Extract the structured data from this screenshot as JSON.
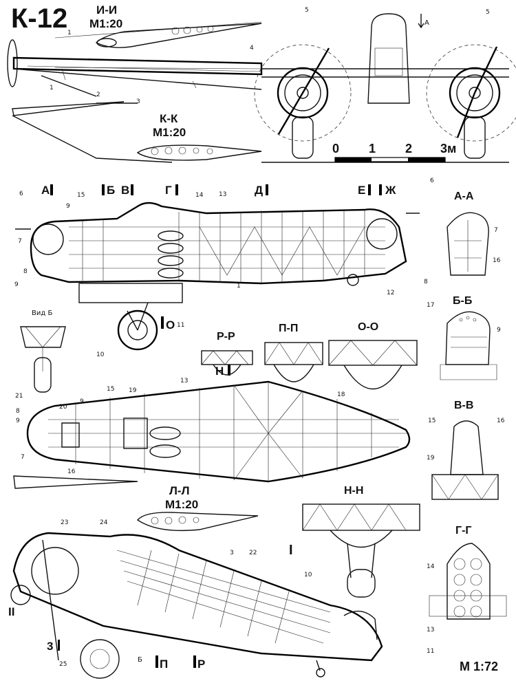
{
  "title": "К-12",
  "scale_main": "М 1:72",
  "sections": {
    "ii": {
      "name": "И-И",
      "scale": "М1:20"
    },
    "kk": {
      "name": "К-К",
      "scale": "М1:20"
    },
    "ll": {
      "name": "Л-Л",
      "scale": "М1:20"
    },
    "aa": "А-А",
    "bb": "Б-Б",
    "vv": "В-В",
    "gg": "Г-Г",
    "pp": "П-П",
    "rr": "Р-Р",
    "oo": "О-О",
    "nn": "Н-Н",
    "vid_b": "Вид Б"
  },
  "scale_bar": {
    "ticks": [
      "0",
      "1",
      "2",
      "3м"
    ]
  },
  "station_letters": [
    "А",
    "Б",
    "В",
    "Г",
    "Д",
    "Е",
    "Ж"
  ],
  "view_letters": {
    "o": "О",
    "n": "Н",
    "p": "П",
    "r": "Р",
    "b": "Б",
    "a": "А"
  },
  "roman": {
    "i": "I",
    "ii": "II",
    "iii": "3"
  },
  "callouts": {
    "c1": "1",
    "c2": "2",
    "c3": "3",
    "c4": "4",
    "c5": "5",
    "c6": "6",
    "c7": "7",
    "c8": "8",
    "c9": "9",
    "c10": "10",
    "c11": "11",
    "c12": "12",
    "c13": "13",
    "c14": "14",
    "c15": "15",
    "c16": "16",
    "c17": "17",
    "c18": "18",
    "c19": "19",
    "c20": "20",
    "c21": "21",
    "c22": "22",
    "c23": "23",
    "c24": "24",
    "c25": "25"
  }
}
